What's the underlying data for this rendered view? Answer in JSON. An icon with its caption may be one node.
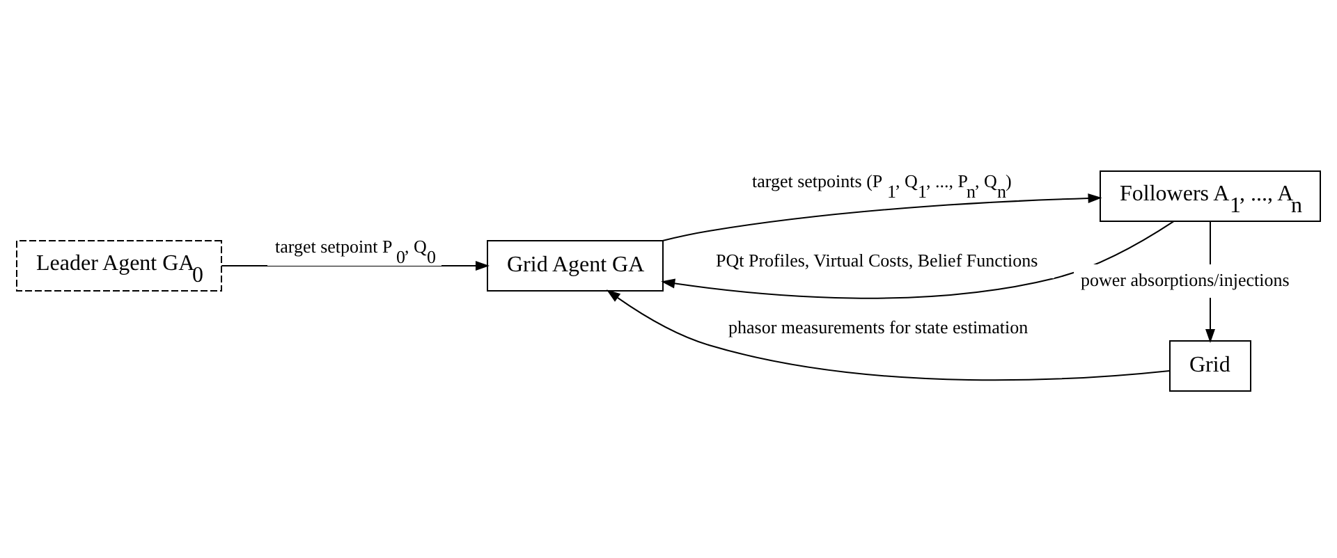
{
  "diagram": {
    "nodes": [
      {
        "text": [
          "Leader Agent GA$_{0}$"
        ]
      },
      {
        "text": [
          "Grid Agent GA"
        ]
      },
      {
        "text": [
          "Followers A$_{1}$, ..., A$_{n}$"
        ]
      },
      {
        "text": [
          "Grid"
        ]
      }
    ],
    "edges": [
      {
        "from": 0,
        "to": 1,
        "arrow": "to",
        "label": "target setpoint P$_{0}$, Q$_{0}$"
      },
      {
        "from": 1,
        "to": 2,
        "arrow": "to",
        "label": "target setpoints (P$_{1}$, Q$_{1}$, ..., P$_{n}$, Q$_{n}$)"
      },
      {
        "from": 2,
        "to": 1,
        "arrow": "to",
        "label": "PQt Profiles, Virtual Costs, Belief Functions"
      },
      {
        "from": 2,
        "to": 3,
        "arrow": "to",
        "label": "power absorptions/injections"
      },
      {
        "from": 3,
        "to": 1,
        "arrow": "to",
        "label": "phasor measurements for state estimation"
      }
    ]
  }
}
